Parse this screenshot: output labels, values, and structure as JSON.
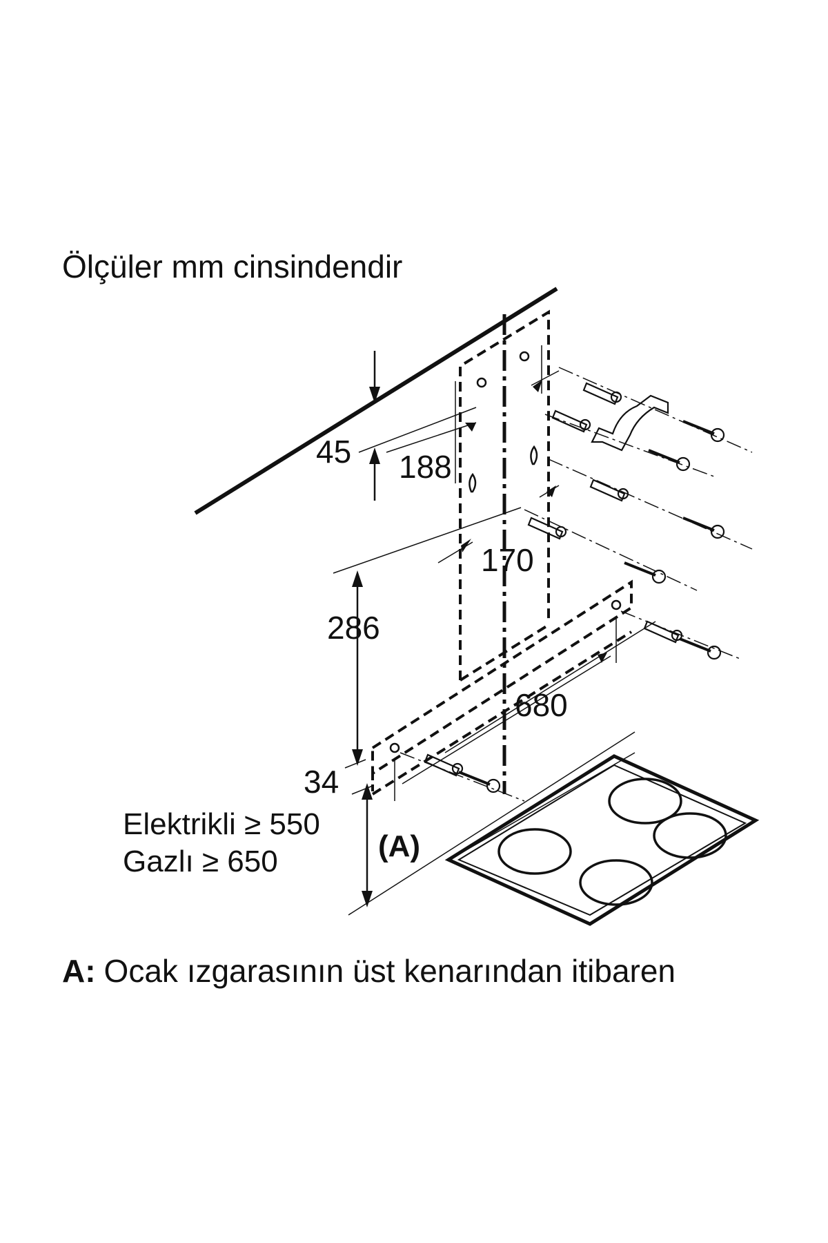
{
  "title": "Ölçüler mm cinsindendir",
  "dimensions": {
    "d45": "45",
    "d188": "188",
    "d170": "170",
    "d286": "286",
    "d680": "680",
    "d34": "34"
  },
  "clearance": {
    "electric": "Elektrikli ≥ 550",
    "gas": "Gazlı ≥ 650",
    "marker": "(A)"
  },
  "footnote": {
    "key": "A:",
    "text": "Ocak ızgarasının üst kenarından itibaren"
  },
  "icons": [
    "ceiling-line",
    "bracket-outline",
    "wall-plug-icon",
    "screw-icon",
    "hook-bracket-icon",
    "cooktop-icon",
    "burner-icon"
  ],
  "colors": {
    "ink": "#111111",
    "background": "#ffffff"
  }
}
